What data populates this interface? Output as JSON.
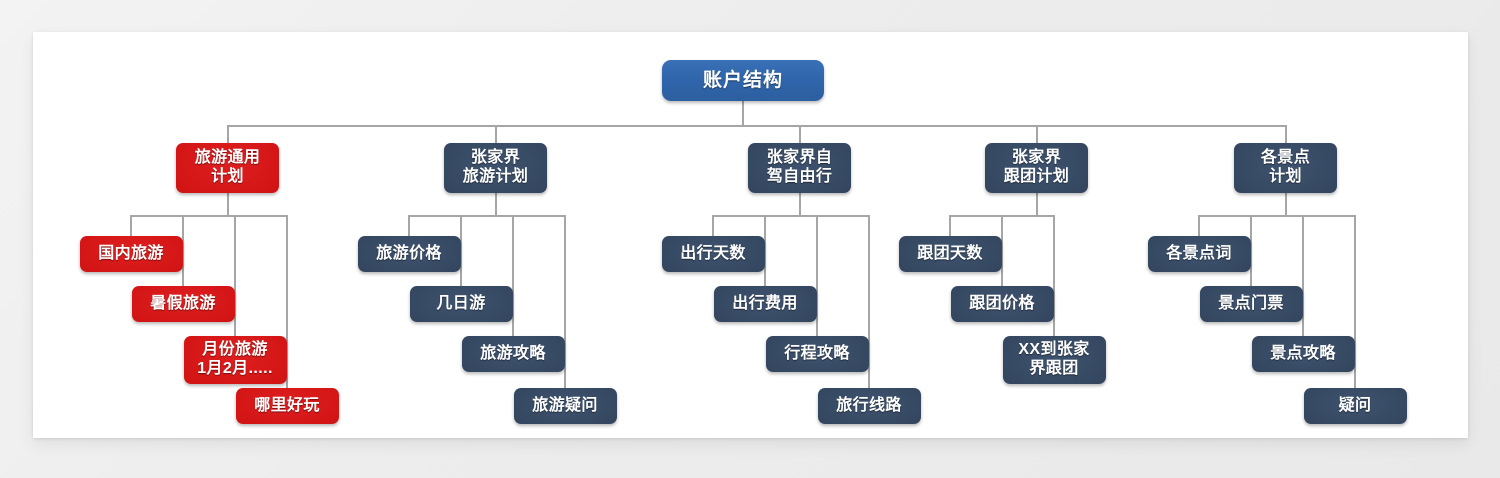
{
  "diagram": {
    "title": "账户结构",
    "type": "org-chart",
    "theme": {
      "canvas_bg": "#efefef",
      "card_bg": "#ffffff",
      "root_color": "#2f65ab",
      "navy_color": "#33455d",
      "red_color": "#d01313",
      "line_color": "#a6a6a6"
    },
    "root": {
      "label": "账户结构",
      "color": "#2f65ab"
    },
    "branches": [
      {
        "id": "branch-generic-travel",
        "label": "旅游通用\n计划",
        "color": "#d01313",
        "style": "red",
        "children": [
          {
            "label": "国内旅游",
            "color": "#d01313",
            "style": "red"
          },
          {
            "label": "暑假旅游",
            "color": "#d01313",
            "style": "red"
          },
          {
            "label": "月份旅游\n1月2月.....",
            "color": "#d01313",
            "style": "red"
          },
          {
            "label": "哪里好玩",
            "color": "#d01313",
            "style": "red"
          }
        ]
      },
      {
        "id": "branch-zjj-travel-plan",
        "label": "张家界\n旅游计划",
        "color": "#33455d",
        "style": "navy",
        "children": [
          {
            "label": "旅游价格",
            "color": "#33455d",
            "style": "navy"
          },
          {
            "label": "几日游",
            "color": "#33455d",
            "style": "navy"
          },
          {
            "label": "旅游攻略",
            "color": "#33455d",
            "style": "navy"
          },
          {
            "label": "旅游疑问",
            "color": "#33455d",
            "style": "navy"
          }
        ]
      },
      {
        "id": "branch-zjj-self-drive",
        "label": "张家界自\n驾自由行",
        "color": "#33455d",
        "style": "navy",
        "children": [
          {
            "label": "出行天数",
            "color": "#33455d",
            "style": "navy"
          },
          {
            "label": "出行费用",
            "color": "#33455d",
            "style": "navy"
          },
          {
            "label": "行程攻略",
            "color": "#33455d",
            "style": "navy"
          },
          {
            "label": "旅行线路",
            "color": "#33455d",
            "style": "navy"
          }
        ]
      },
      {
        "id": "branch-zjj-group-tour",
        "label": "张家界\n跟团计划",
        "color": "#33455d",
        "style": "navy",
        "children": [
          {
            "label": "跟团天数",
            "color": "#33455d",
            "style": "navy"
          },
          {
            "label": "跟团价格",
            "color": "#33455d",
            "style": "navy"
          },
          {
            "label": "XX到张家\n界跟团",
            "color": "#33455d",
            "style": "navy"
          }
        ]
      },
      {
        "id": "branch-attractions",
        "label": "各景点\n计划",
        "color": "#33455d",
        "style": "navy",
        "children": [
          {
            "label": "各景点词",
            "color": "#33455d",
            "style": "navy"
          },
          {
            "label": "景点门票",
            "color": "#33455d",
            "style": "navy"
          },
          {
            "label": "景点攻略",
            "color": "#33455d",
            "style": "navy"
          },
          {
            "label": "疑问",
            "color": "#33455d",
            "style": "navy"
          }
        ]
      }
    ]
  }
}
